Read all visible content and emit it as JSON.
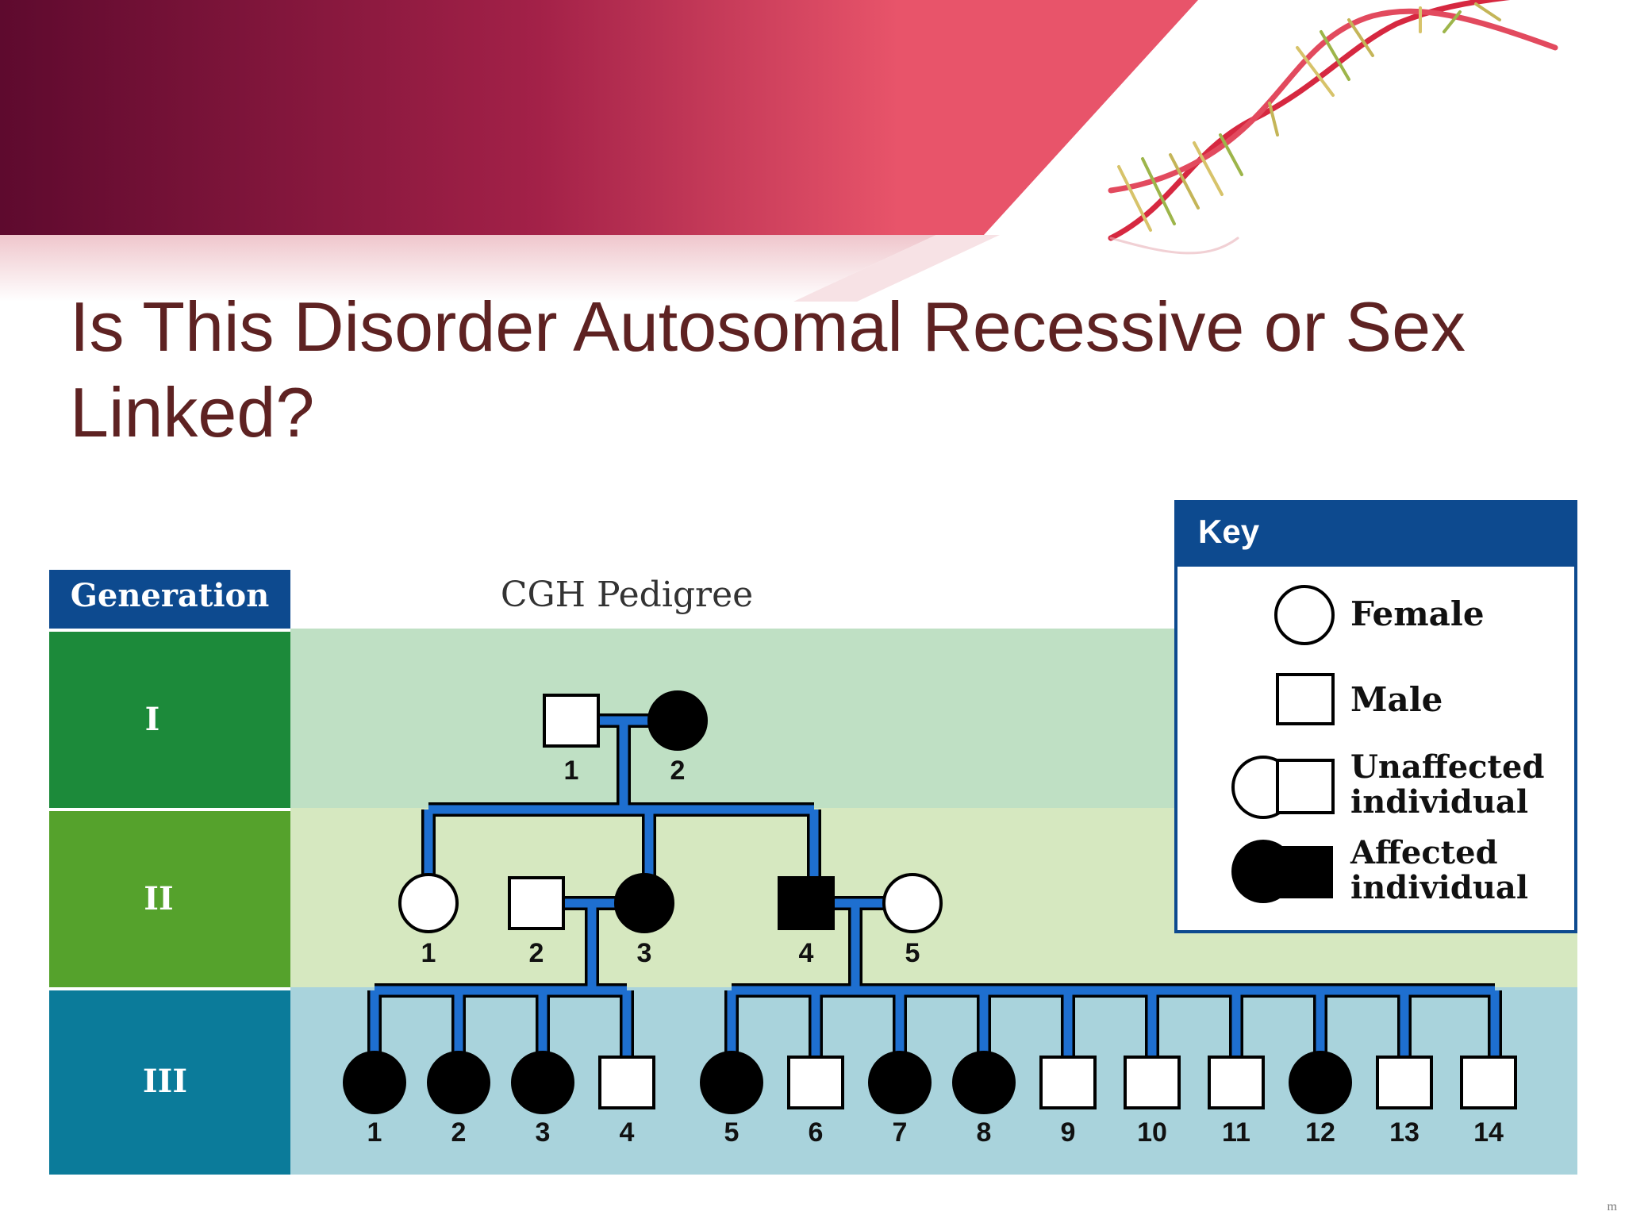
{
  "slide": {
    "title": "Is This Disorder Autosomal Recessive or Sex Linked?",
    "corner_mark": "m",
    "colors": {
      "title": "#5e2222",
      "banner_dark": "#5e0a2e",
      "banner_light": "#e8546a",
      "key_header": "#0d4a8f",
      "gen_I": "#1c8a3a",
      "gen_II": "#55a22c",
      "gen_III": "#0b7b9a",
      "row_I_bg": "#bfe0c4",
      "row_II_bg": "#d6e8c0",
      "row_III_bg": "#a9d3dc",
      "line": "#1e6fd0"
    }
  },
  "pedigree": {
    "title": "CGH Pedigree",
    "generation_header": "Generation",
    "generations": [
      {
        "label": "I"
      },
      {
        "label": "II"
      },
      {
        "label": "III"
      }
    ],
    "individuals": {
      "I": [
        {
          "num": "1",
          "sex": "male",
          "affected": false
        },
        {
          "num": "2",
          "sex": "female",
          "affected": true
        }
      ],
      "II": [
        {
          "num": "1",
          "sex": "female",
          "affected": false
        },
        {
          "num": "2",
          "sex": "male",
          "affected": false
        },
        {
          "num": "3",
          "sex": "female",
          "affected": true
        },
        {
          "num": "4",
          "sex": "male",
          "affected": true
        },
        {
          "num": "5",
          "sex": "female",
          "affected": false
        }
      ],
      "III": [
        {
          "num": "1",
          "sex": "female",
          "affected": true
        },
        {
          "num": "2",
          "sex": "female",
          "affected": true
        },
        {
          "num": "3",
          "sex": "female",
          "affected": true
        },
        {
          "num": "4",
          "sex": "male",
          "affected": false
        },
        {
          "num": "5",
          "sex": "female",
          "affected": true
        },
        {
          "num": "6",
          "sex": "male",
          "affected": false
        },
        {
          "num": "7",
          "sex": "female",
          "affected": true
        },
        {
          "num": "8",
          "sex": "female",
          "affected": true
        },
        {
          "num": "9",
          "sex": "male",
          "affected": false
        },
        {
          "num": "10",
          "sex": "male",
          "affected": false
        },
        {
          "num": "11",
          "sex": "male",
          "affected": false
        },
        {
          "num": "12",
          "sex": "female",
          "affected": true
        },
        {
          "num": "13",
          "sex": "male",
          "affected": false
        },
        {
          "num": "14",
          "sex": "male",
          "affected": false
        }
      ]
    },
    "key": {
      "title": "Key",
      "female": "Female",
      "male": "Male",
      "unaffected_line1": "Unaffected",
      "unaffected_line2": "individual",
      "affected_line1": "Affected",
      "affected_line2": "individual"
    }
  }
}
